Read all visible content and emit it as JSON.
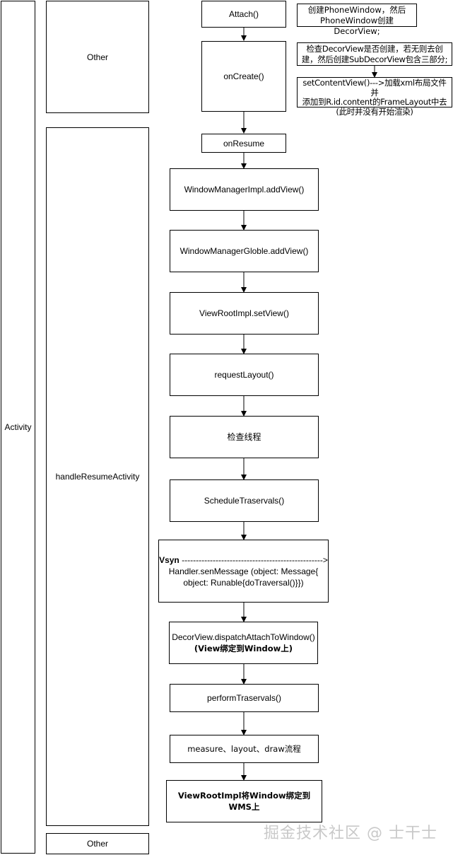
{
  "lanes": {
    "activity": "Activity",
    "other_top": "Other",
    "handle_resume": "handleResumeActivity",
    "other_bottom": "Other"
  },
  "steps": {
    "attach": "Attach()",
    "on_create": "onCreate()",
    "on_resume": "onResume",
    "wm_impl_add": "WindowManagerImpl.addView()",
    "wm_globle_add": "WindowManagerGloble.addView()",
    "vri_set_view": "ViewRootImpl.setView()",
    "request_layout": "requestLayout()",
    "check_thread": "检查线程",
    "schedule": "ScheduleTraservals()",
    "vsyn_label": "Vsyn",
    "vsyn_dashes": " -------------------------------------------------->",
    "vsyn_line2": "Handler.senMessage (object: Message{",
    "vsyn_line3": "object: Runable{doTraversal()}})",
    "dispatch_line1": "DecorView.dispatchAttachToWindow()",
    "dispatch_line2": "(View绑定到Window上)",
    "perform": "performTraservals()",
    "mld": "measure、layout、draw流程",
    "final": "ViewRootImpl将Window绑定到WMS上"
  },
  "notes": {
    "attach_line1": "创建PhoneWindow，然后",
    "attach_line2": "PhoneWindow创建DecorView;",
    "check_line1": "检查DecorView是否创建，若无则去创",
    "check_line2": "建，然后创建SubDecorView包含三部分;",
    "content_line1": "setContentView()--->加载xml布局文件并",
    "content_line2": "添加到R.id.content的FrameLayout中去",
    "content_line3": "(此时并没有开始渲染)"
  },
  "watermark": "掘金技术社区 @ 士干士"
}
